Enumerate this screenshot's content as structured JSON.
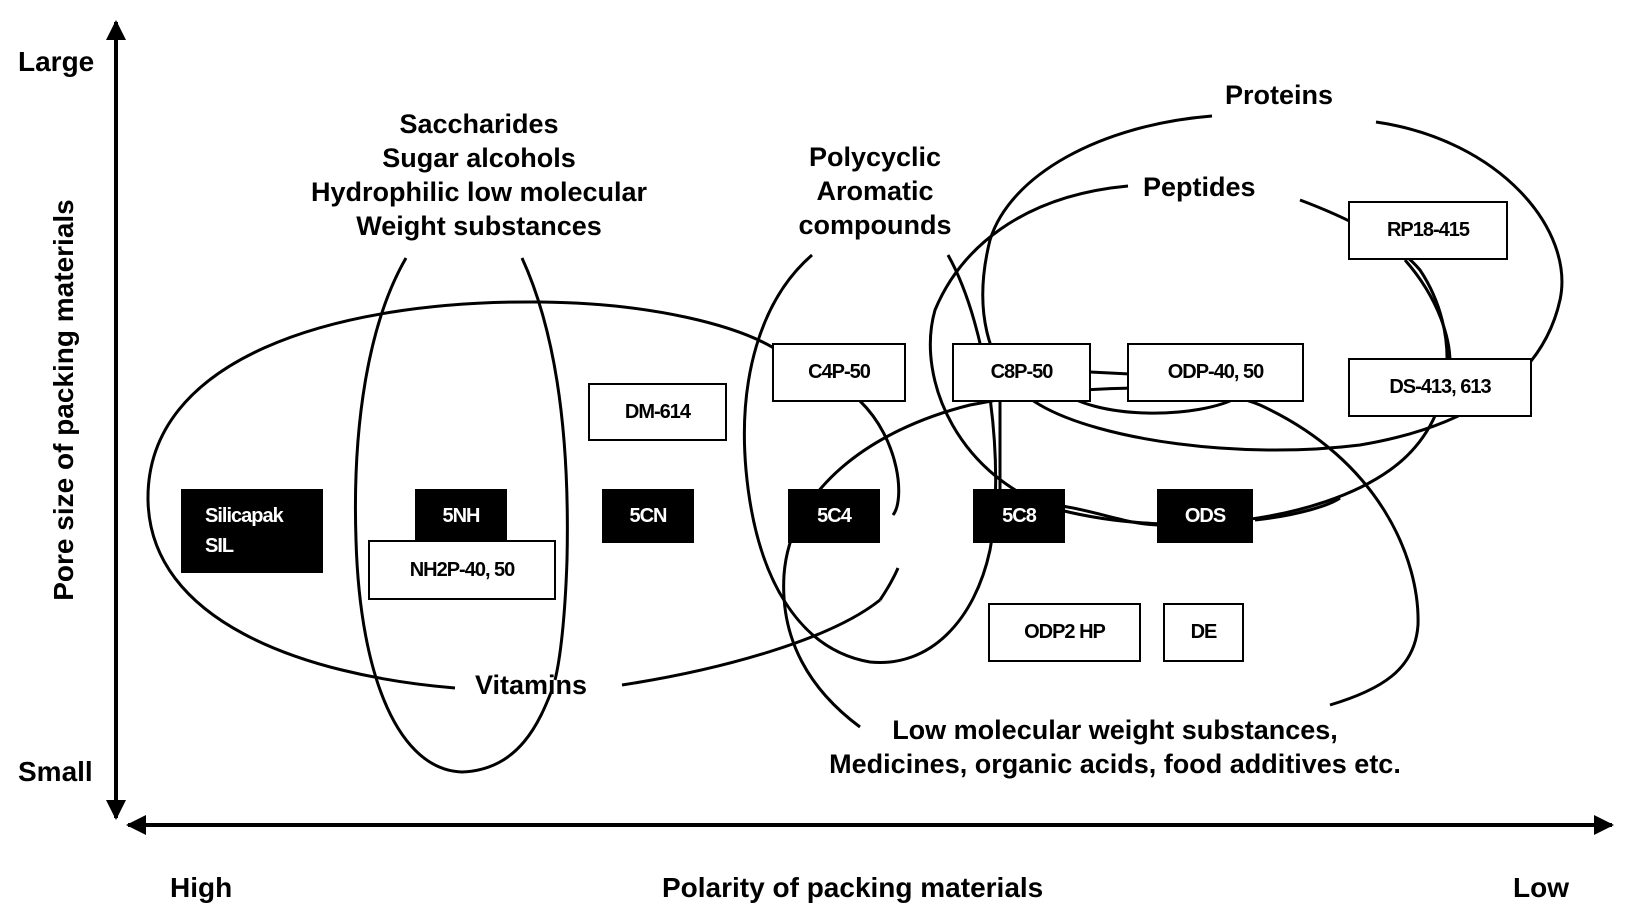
{
  "axes": {
    "y_title": "Pore size of packing materials",
    "y_top": "Large",
    "y_bottom": "Small",
    "x_title": "Polarity of packing materials",
    "x_left": "High",
    "x_right": "Low"
  },
  "groups": {
    "saccharides": [
      "Saccharides",
      "Sugar alcohols",
      "Hydrophilic low molecular",
      "Weight substances"
    ],
    "pah": [
      "Polycyclic",
      "Aromatic",
      "compounds"
    ],
    "proteins": "Proteins",
    "peptides": "Peptides",
    "vitamins": "Vitamins",
    "low_mw": [
      "Low molecular weight substances,",
      "Medicines, organic acids, food additives etc."
    ]
  },
  "packings_filled": {
    "silicapak": [
      "Silicapak",
      "SIL"
    ],
    "nh": "5NH",
    "cn": "5CN",
    "c4": "5C4",
    "c8": "5C8",
    "ods": "ODS"
  },
  "packings_open": {
    "nh2p": "NH2P-40, 50",
    "dm614": "DM-614",
    "c4p": "C4P-50",
    "c8p": "C8P-50",
    "odp": "ODP-40, 50",
    "rp18": "RP18-415",
    "ds": "DS-413, 613",
    "odp2": "ODP2 HP",
    "de": "DE"
  }
}
